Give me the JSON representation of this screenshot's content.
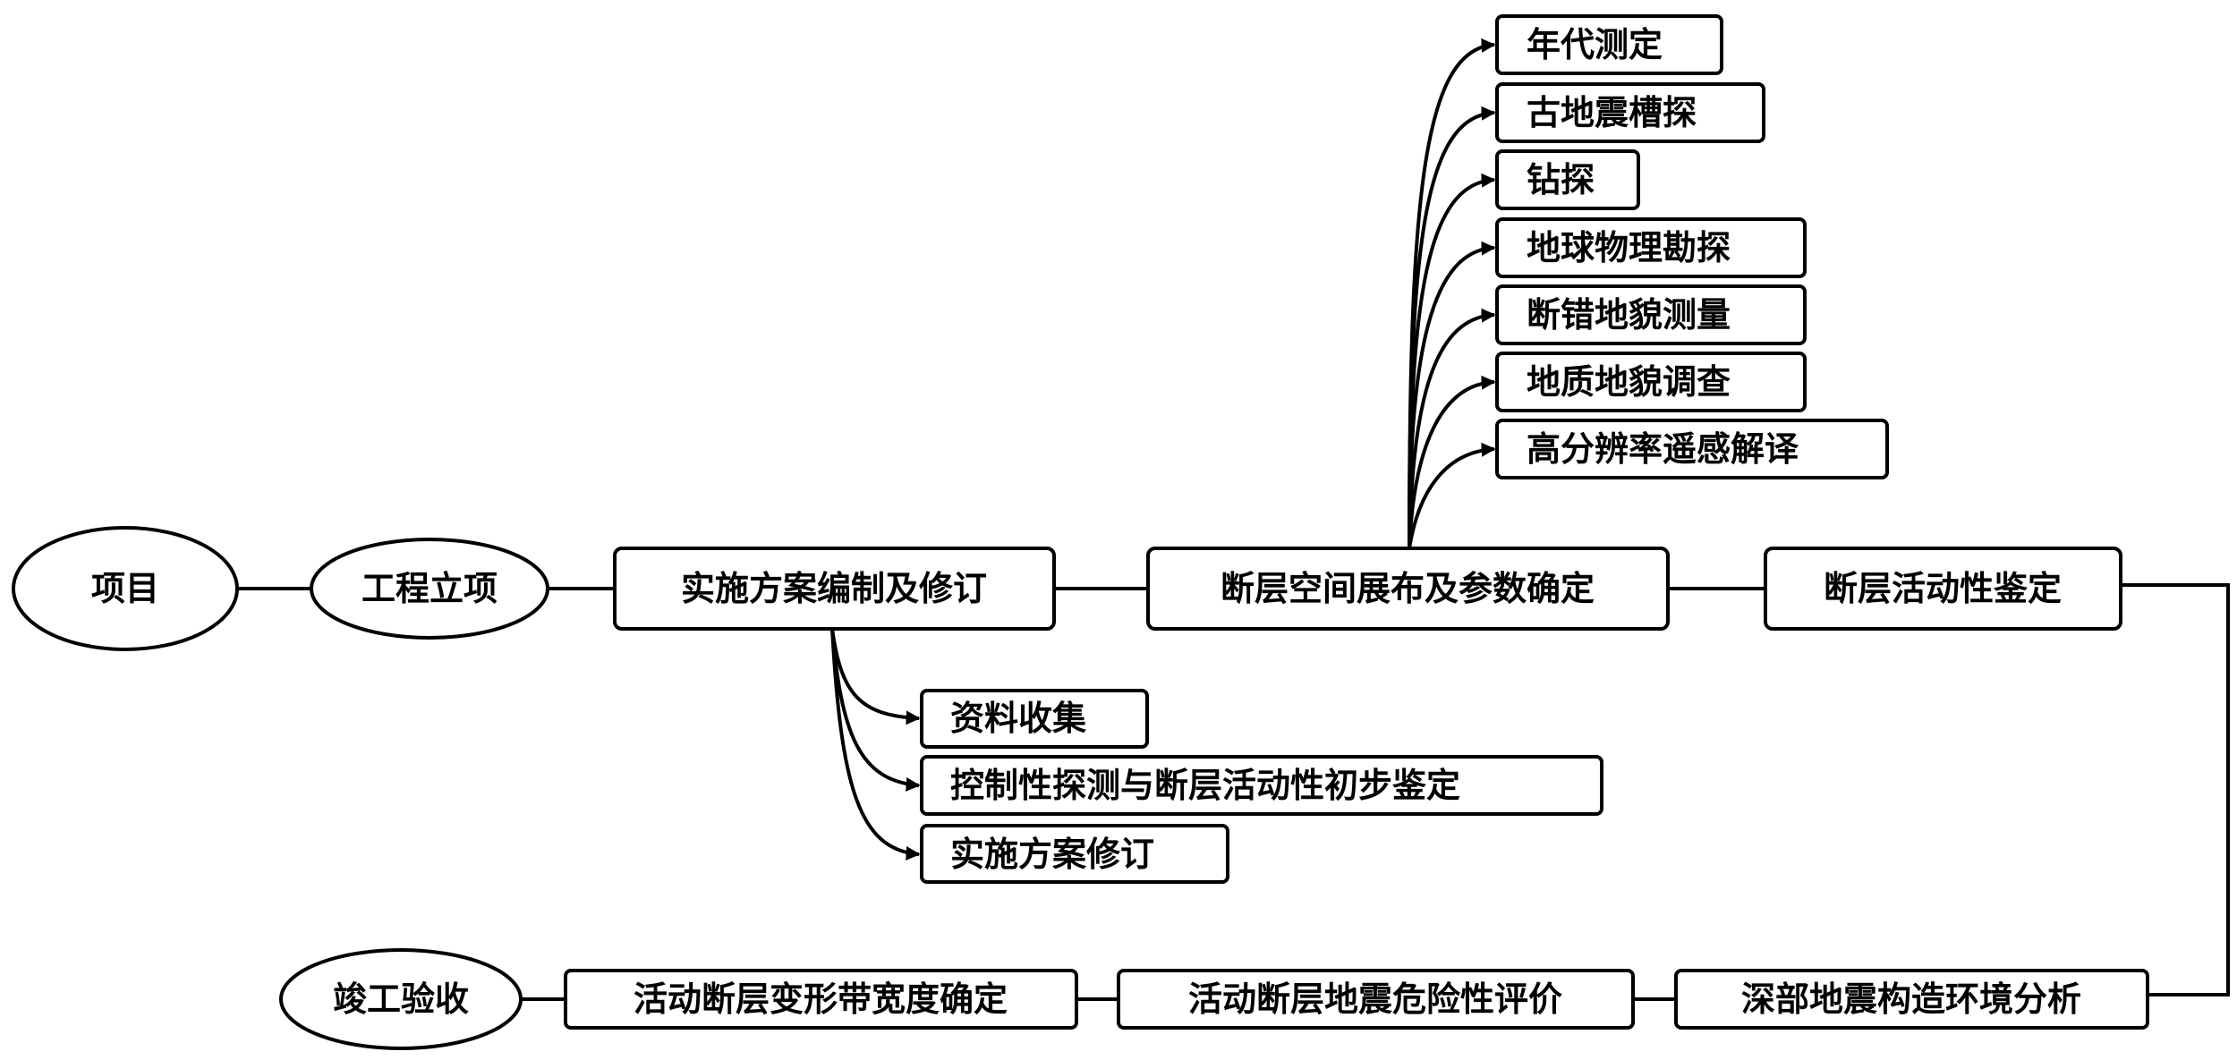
{
  "nodes": {
    "project": "项目",
    "establishment": "工程立项",
    "plan_compile": "实施方案编制及修订",
    "fault_space": "断层空间展布及参数确定",
    "fault_activity": "断层活动性鉴定",
    "data_collection": "资料收集",
    "control_exploration": "控制性探测与断层活动性初步鉴定",
    "plan_revision": "实施方案修订",
    "dating": "年代测定",
    "paleoseismic_trench": "古地震槽探",
    "drilling": "钻探",
    "geophysical": "地球物理勘探",
    "fault_landform_survey": "断错地貌测量",
    "geology_survey": "地质地貌调查",
    "remote_sensing": "高分辨率遥感解译",
    "deep_tectonic": "深部地震构造环境分析",
    "seismic_hazard": "活动断层地震危险性评价",
    "deformation_width": "活动断层变形带宽度确定",
    "completion": "竣工验收"
  },
  "colors": {
    "stroke": "#000000",
    "fill": "#ffffff",
    "text": "#000000"
  }
}
